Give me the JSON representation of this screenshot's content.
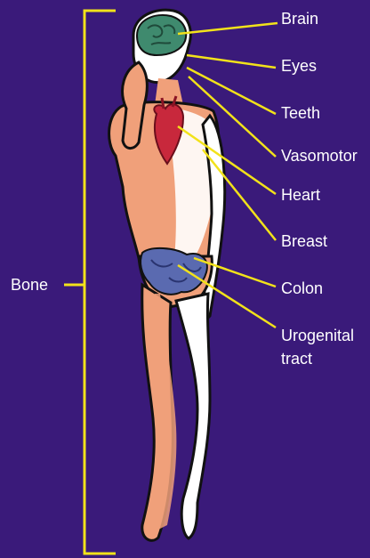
{
  "colors": {
    "background": "#3a1a7a",
    "leader_line": "#f2e21a",
    "skin": "#f0a07a",
    "highlight": "#ffffff",
    "outline": "#111111",
    "brain": "#3f8a6e",
    "heart": "#c8283c",
    "pelvis": "#5a6ab0",
    "label_text": "#ffffff"
  },
  "labels": {
    "bone": "Bone",
    "brain": "Brain",
    "eyes": "Eyes",
    "teeth": "Teeth",
    "vasomotor": "Vasomotor",
    "heart": "Heart",
    "breast": "Breast",
    "colon": "Colon",
    "urogenital_line1": "Urogenital",
    "urogenital_line2": "tract"
  }
}
